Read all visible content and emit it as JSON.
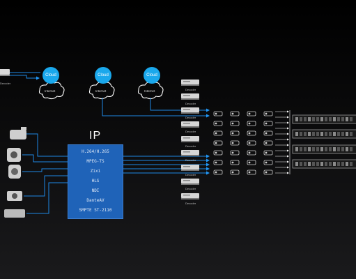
{
  "ip_block": {
    "title": "IP",
    "protocols": [
      "H.264/H.265",
      "MPEG-TS",
      "Zixi",
      "HLS",
      "NDI",
      "DanteAV",
      "SMPTE ST-2110"
    ]
  },
  "clouds": [
    {
      "badge": "Cloud",
      "label": "Internet"
    },
    {
      "badge": "Cloud",
      "label": "Internet"
    },
    {
      "badge": "Cloud",
      "label": "Internet"
    }
  ],
  "decoder_label": "Decoder",
  "colors": {
    "accent": "#1f63b8",
    "cloud": "#1aa8ec",
    "line": "#1e88e5"
  }
}
